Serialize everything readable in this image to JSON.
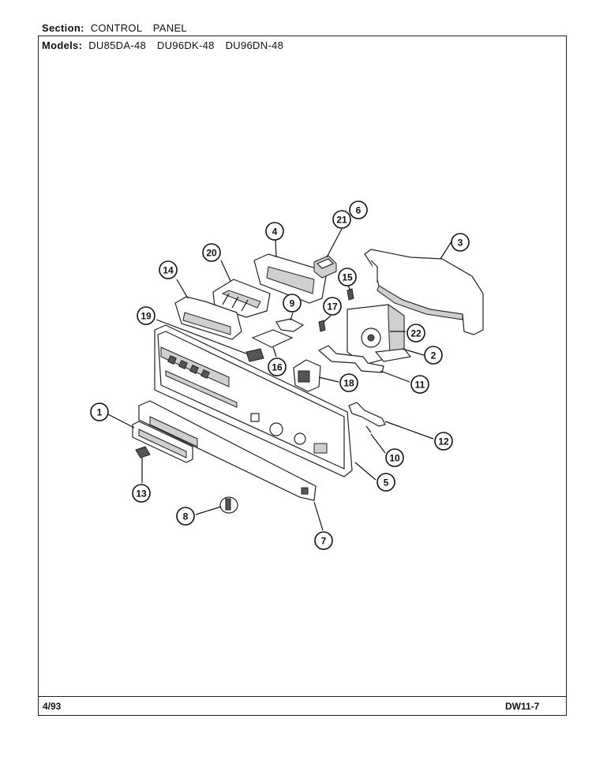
{
  "section": {
    "label": "Section:",
    "value": "CONTROL PANEL"
  },
  "models": {
    "label": "Models:",
    "value": "DU85DA-48 DU96DK-48 DU96DN-48"
  },
  "footer": {
    "date": "4/93",
    "doc_number": "DW11-7"
  },
  "callouts": [
    {
      "id": "1",
      "label": "1"
    },
    {
      "id": "2",
      "label": "2"
    },
    {
      "id": "3",
      "label": "3"
    },
    {
      "id": "4",
      "label": "4"
    },
    {
      "id": "5",
      "label": "5"
    },
    {
      "id": "6",
      "label": "6"
    },
    {
      "id": "7",
      "label": "7"
    },
    {
      "id": "8",
      "label": "8"
    },
    {
      "id": "9",
      "label": "9"
    },
    {
      "id": "10",
      "label": "10"
    },
    {
      "id": "11",
      "label": "11"
    },
    {
      "id": "12",
      "label": "12"
    },
    {
      "id": "13",
      "label": "13"
    },
    {
      "id": "14",
      "label": "14"
    },
    {
      "id": "15",
      "label": "15"
    },
    {
      "id": "16",
      "label": "16"
    },
    {
      "id": "17",
      "label": "17"
    },
    {
      "id": "18",
      "label": "18"
    },
    {
      "id": "19",
      "label": "19"
    },
    {
      "id": "20",
      "label": "20"
    },
    {
      "id": "21",
      "label": "21"
    },
    {
      "id": "22",
      "label": "22"
    }
  ]
}
